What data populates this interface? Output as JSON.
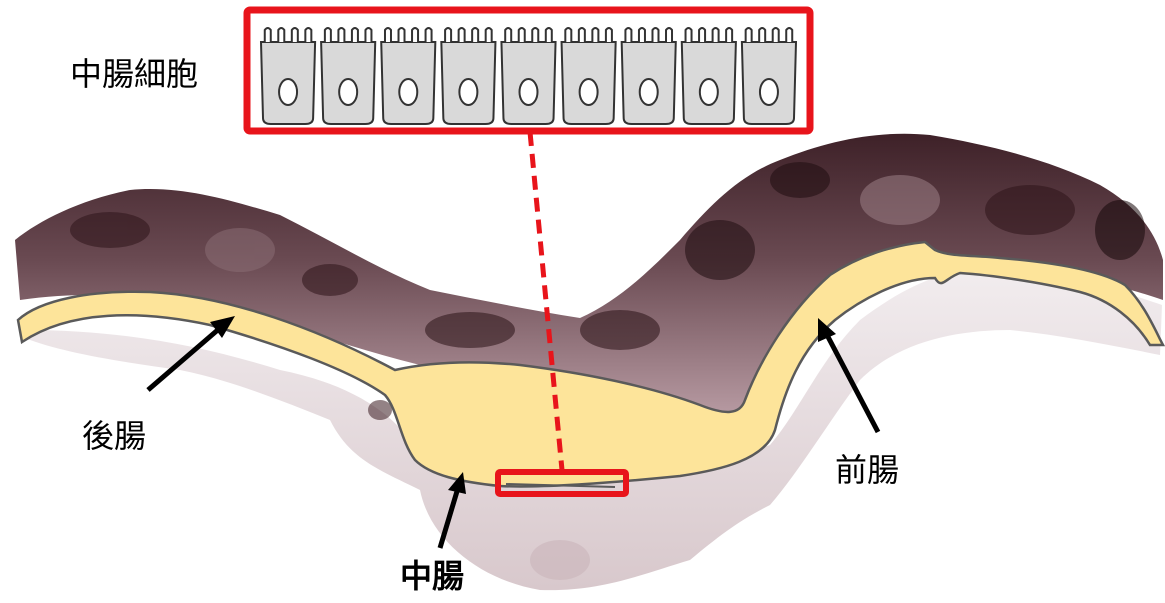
{
  "labels": {
    "midgut_cells": "中腸細胞",
    "hindgut": "後腸",
    "midgut": "中腸",
    "foregut": "前腸"
  },
  "colors": {
    "highlight": "#e8141b",
    "gut_fill": "#fde49a",
    "gut_outline": "#5a5a5a",
    "tissue_dark": "#4a2a30",
    "tissue_light": "#ece6e8",
    "cell_fill": "#d9d9d9",
    "cell_outline": "#333333"
  },
  "cell_count": 9
}
